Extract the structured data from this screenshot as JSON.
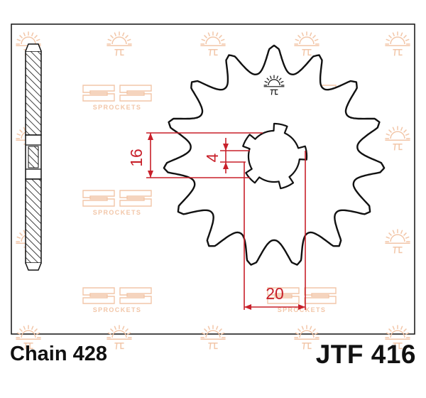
{
  "labels": {
    "chain": "Chain 428",
    "part_number": "JTF 416"
  },
  "dimensions": {
    "outer_width": "16",
    "tooth_spacing": "4",
    "bore": "20"
  },
  "sprocket": {
    "teeth": 15
  },
  "watermark": {
    "text": "SPROCKETS",
    "color": "#f2c6a8"
  },
  "colors": {
    "outline": "#111111",
    "dimension": "#c8202a",
    "watermark": "#f2c6a8"
  }
}
